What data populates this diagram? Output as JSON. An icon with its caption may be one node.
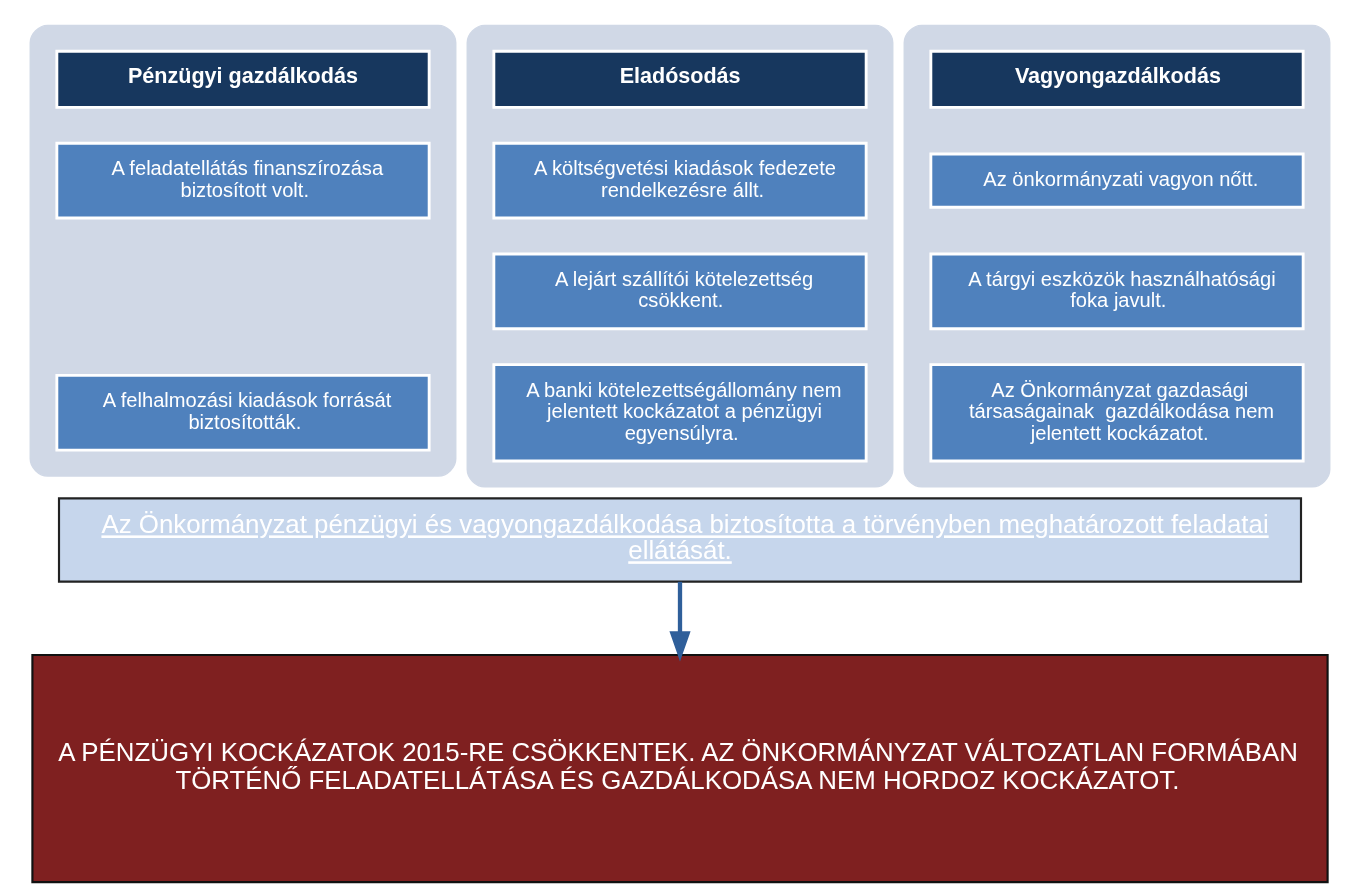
{
  "diagram": {
    "nodes": [
      {
        "text": [],
        "shape": "box"
      },
      {
        "text": [
          "Pénzügyi gazdálkodás"
        ],
        "in": 0
      },
      {
        "text": [
          "A feladatellátás finanszírozása biztosított volt."
        ],
        "in": 0
      },
      {
        "text": [
          "A felhalmozási kiadások forrását biztosították."
        ],
        "in": 0
      },
      {
        "text": [],
        "shape": "box"
      },
      {
        "text": [
          "Eladósodás"
        ],
        "in": 4
      },
      {
        "text": [
          "A költségvetési kiadások fedezete rendelkezésre állt."
        ],
        "in": 4
      },
      {
        "text": [
          "A lejárt szállítói kötelezettség csökkent."
        ],
        "in": 4
      },
      {
        "text": [
          "A banki kötelezettségállomány nem jelentett kockázatot a pénzügyi egyensúlyra."
        ],
        "in": 4
      },
      {
        "text": [],
        "shape": "box"
      },
      {
        "text": [
          "Vagyongazdálkodás"
        ],
        "in": 9
      },
      {
        "text": [
          "Az önkormányzati vagyon nőtt."
        ],
        "in": 9
      },
      {
        "text": [
          "A tárgyi eszközök használhatósági foka javult."
        ],
        "in": 9
      },
      {
        "text": [
          "Az Önkormányzat gazdasági társaságainak  gazdálkodása nem jelentett kockázatot."
        ],
        "in": 9
      },
      {
        "text": [
          "Az Önkormányzat pénzügyi és vagyongazdálkodása biztosította a törvényben meghatározott feladatai ellátását."
        ]
      },
      {
        "text": [
          "A PÉNZÜGYI KOCKÁZATOK 2015-RE CSÖKKENTEK. AZ ÖNKORMÁNYZAT VÁLTOZATLAN FORMÁBAN TÖRTÉNŐ FELADATELLÁTÁSA ÉS GAZDÁLKODÁSA NEM HORDOZ KOCKÁZATOT."
        ]
      }
    ],
    "edges": [
      {
        "from": 14,
        "to": 15,
        "arrow": "to"
      }
    ]
  }
}
